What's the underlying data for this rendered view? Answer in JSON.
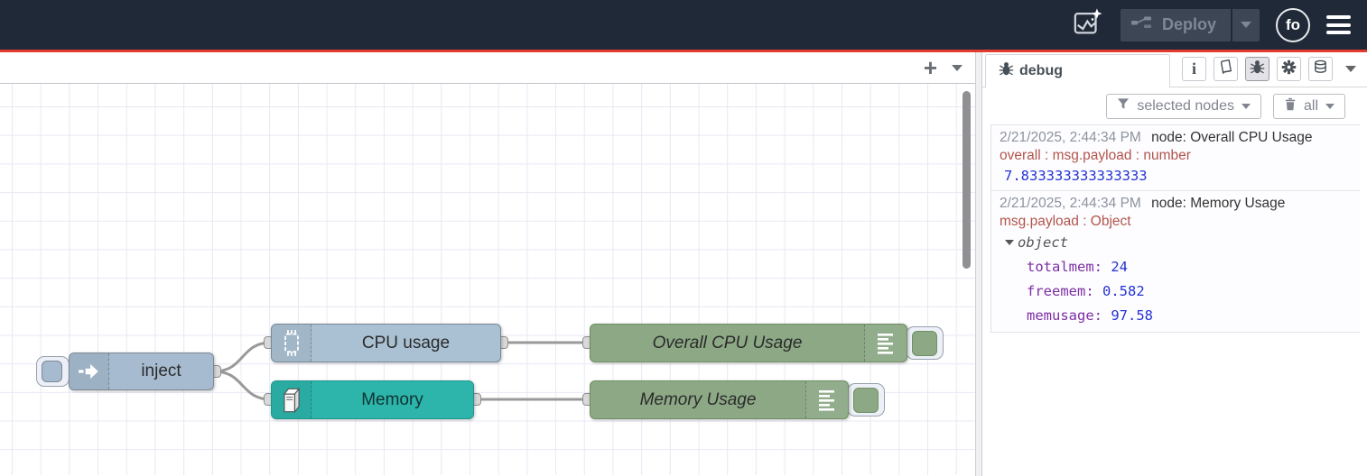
{
  "header": {
    "deploy_label": "Deploy",
    "avatar_label": "fo"
  },
  "flow": {
    "inject_label": "inject",
    "cpu_label": "CPU usage",
    "memory_label": "Memory",
    "overall_cpu_label": "Overall CPU Usage",
    "memory_usage_label": "Memory Usage"
  },
  "sidebar": {
    "tab_label": "debug",
    "filter_label": "selected nodes",
    "clear_label": "all",
    "messages": [
      {
        "timestamp": "2/21/2025, 2:44:34 PM",
        "node": "node: Overall CPU Usage",
        "meta": "overall : msg.payload : number",
        "value": "7.833333333333333"
      },
      {
        "timestamp": "2/21/2025, 2:44:34 PM",
        "node": "node: Memory Usage",
        "meta": "msg.payload : Object",
        "object_label": "object",
        "fields": [
          {
            "key": "totalmem",
            "value": "24"
          },
          {
            "key": "freemem",
            "value": "0.582"
          },
          {
            "key": "memusage",
            "value": "97.58"
          }
        ]
      }
    ]
  },
  "icons": {
    "assistant": "chart-with-sparkle-icon",
    "deploy": "wire-nodes-icon",
    "menu": "hamburger-icon",
    "tab": "bug-icon",
    "toolbar": [
      "info-icon",
      "book-icon",
      "bug-icon",
      "gear-icon",
      "layers-icon"
    ],
    "filter": "funnel-icon",
    "clear": "trash-icon"
  },
  "colors": {
    "header_bg": "#1f2937",
    "accent_red": "#e23b2d",
    "node_inject": "#a6bbcf",
    "node_cpu": "#aac1d3",
    "node_memory": "#2db5ab",
    "node_debug": "#8ca885",
    "debug_key": "#7d2ea5",
    "debug_value": "#2533d2",
    "debug_meta": "#b2544c"
  }
}
